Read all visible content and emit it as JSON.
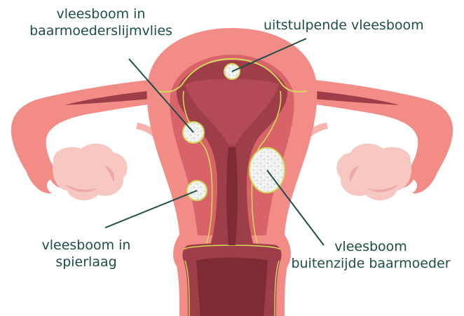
{
  "labels": {
    "endometrium": {
      "line1": "vleesboom in",
      "line2": "baarmoederslijmvlies"
    },
    "protruding": {
      "line1": "uitstulpende vleesboom"
    },
    "muscle": {
      "line1": "vleesboom in",
      "line2": "spierlaag"
    },
    "outside": {
      "line1": "vleesboom",
      "line2": "buitenzijde baarmoeder"
    }
  },
  "colors": {
    "outer_pink": "#f28c87",
    "inner_muscle": "#d86469",
    "cavity": "#9e3e48",
    "cavity_dark": "#7e2b36",
    "ovary": "#f7c7c2",
    "ovary_dark": "#eeaaa8",
    "fibroid": "#eef0ef",
    "fibroid_border": "#d4d85c",
    "leader_line": "#1e4d45",
    "label_text": "#1e4d45"
  }
}
